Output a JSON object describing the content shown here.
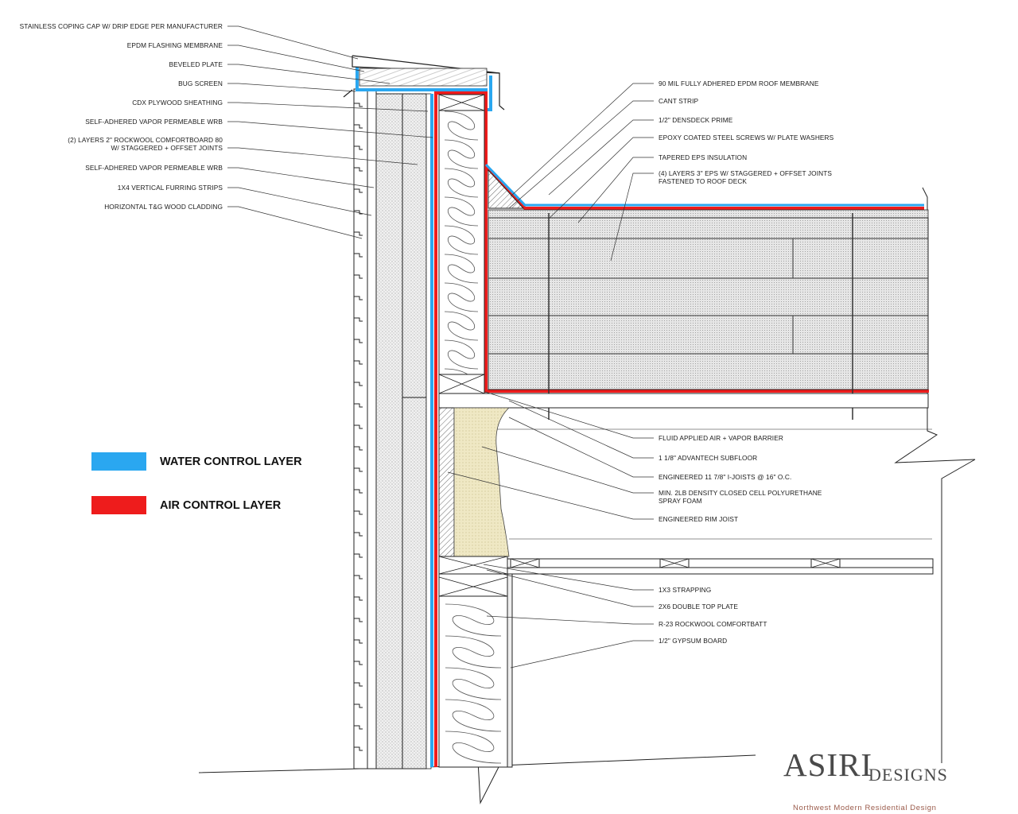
{
  "left_labels": [
    {
      "id": "coping",
      "text": "STAINLESS COPING CAP W/ DRIP EDGE PER MANUFACTURER"
    },
    {
      "id": "epdm-flash",
      "text": "EPDM FLASHING MEMBRANE"
    },
    {
      "id": "beveled",
      "text": "BEVELED PLATE"
    },
    {
      "id": "bug",
      "text": "BUG SCREEN"
    },
    {
      "id": "cdx",
      "text": "CDX PLYWOOD SHEATHING"
    },
    {
      "id": "wrb1",
      "text": "SELF-ADHERED VAPOR PERMEABLE WRB"
    },
    {
      "id": "rockwool",
      "text": "(2) LAYERS 2\" ROCKWOOL COMFORTBOARD 80",
      "text2": "W/ STAGGERED + OFFSET JOINTS"
    },
    {
      "id": "wrb2",
      "text": "SELF-ADHERED VAPOR PERMEABLE WRB"
    },
    {
      "id": "furring",
      "text": "1X4 VERTICAL FURRING STRIPS"
    },
    {
      "id": "cladding",
      "text": "HORIZONTAL T&G WOOD CLADDING"
    }
  ],
  "right_labels": [
    {
      "id": "epdm-roof",
      "text": "90 MIL FULLY ADHERED EPDM ROOF MEMBRANE"
    },
    {
      "id": "cant",
      "text": "CANT STRIP"
    },
    {
      "id": "densdeck",
      "text": "1/2\" DENSDECK PRIME"
    },
    {
      "id": "screws",
      "text": "EPOXY COATED STEEL SCREWS W/ PLATE WASHERS"
    },
    {
      "id": "tapered",
      "text": "TAPERED EPS INSULATION"
    },
    {
      "id": "eps",
      "text": "(4) LAYERS 3\" EPS W/ STAGGERED + OFFSET JOINTS",
      "text2": "FASTENED TO ROOF DECK"
    },
    {
      "id": "fluid",
      "text": "FLUID APPLIED AIR + VAPOR BARRIER"
    },
    {
      "id": "subfloor",
      "text": "1 1/8\" ADVANTECH SUBFLOOR"
    },
    {
      "id": "joists",
      "text": "ENGINEERED 11 7/8\" I-JOISTS @ 16\" O.C."
    },
    {
      "id": "foam",
      "text": "MIN. 2LB DENSITY CLOSED CELL POLYURETHANE",
      "text2": "SPRAY FOAM"
    },
    {
      "id": "rim",
      "text": "ENGINEERED RIM JOIST"
    },
    {
      "id": "strap",
      "text": "1X3 STRAPPING"
    },
    {
      "id": "plate",
      "text": "2X6 DOUBLE TOP PLATE"
    },
    {
      "id": "batt",
      "text": "R-23 ROCKWOOL COMFORTBATT"
    },
    {
      "id": "gyp",
      "text": "1/2\" GYPSUM BOARD"
    }
  ],
  "legend": [
    {
      "label": "WATER CONTROL LAYER",
      "color": "#2aa7f0"
    },
    {
      "label": "AIR CONTROL LAYER",
      "color": "#ee1c1c"
    }
  ],
  "brand": {
    "main": "ASIRI",
    "sub": "DESIGNS",
    "tagline": "Northwest Modern Residential Design"
  },
  "colors": {
    "water": "#2aa7f0",
    "air": "#ee1c1c",
    "line": "#222222",
    "foam": "#efe8c4"
  }
}
